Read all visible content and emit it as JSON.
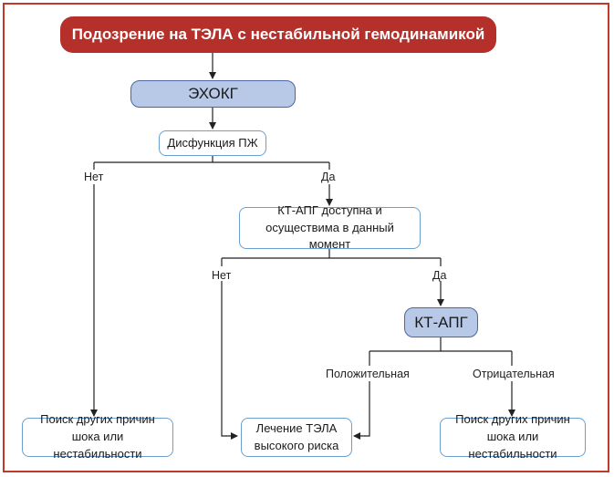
{
  "title": "Подозрение на ТЭЛА с нестабильной гемодинамикой",
  "nodes": {
    "echo": "ЭХОКГ",
    "rv_dysfunction": "Дисфункция ПЖ",
    "ct_available": "КТ-АПГ доступна и осуществима в данный момент",
    "ct_apg": "КТ-АПГ",
    "other_causes_left": "Поиск других причин шока или нестабильности",
    "treatment": "Лечение ТЭЛА высокого риска",
    "other_causes_right": "Поиск других причин шока или нестабильности"
  },
  "labels": {
    "no_1": "Нет",
    "yes_1": "Да",
    "no_2": "Нет",
    "yes_2": "Да",
    "positive": "Положительная",
    "negative": "Отрицательная"
  },
  "colors": {
    "frame": "#c0392b",
    "title_bg": "#b5302a",
    "highlight_bg": "#b8c9e8",
    "box_border": "#6a9fd0"
  }
}
